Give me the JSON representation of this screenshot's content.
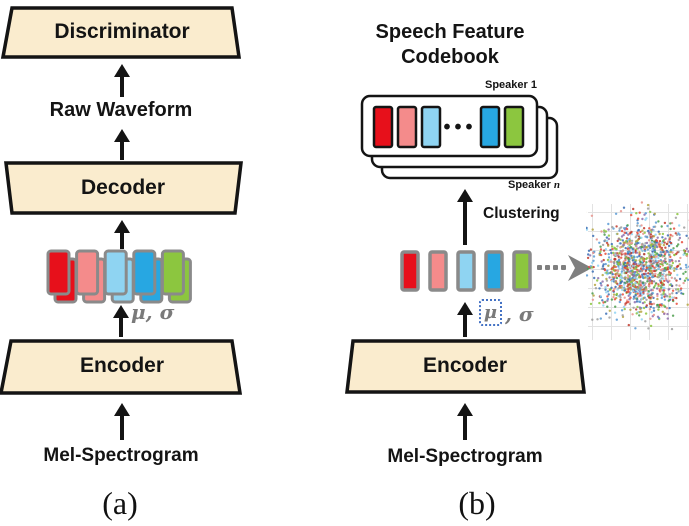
{
  "colors": {
    "box_fill": "#FAECCE",
    "ink": "#141414",
    "latent_border_gray": "#8A8A8A",
    "greek_gray": "#7A7A7A",
    "dotted_box_blue": "#4472C4",
    "dotted_arrow_gray": "#7F7F7F",
    "grid_gray": "#E2E2E2"
  },
  "latent_colors": [
    "#E7101B",
    "#F48B8B",
    "#8FD4F2",
    "#27A7E2",
    "#8CC63F"
  ],
  "panel_a": {
    "discriminator": "Discriminator",
    "raw_waveform": "Raw Waveform",
    "decoder": "Decoder",
    "mu_sigma": "μ, σ",
    "encoder": "Encoder",
    "mel_spectrogram": "Mel-Spectrogram",
    "caption": "(a)"
  },
  "panel_b": {
    "title": "Speech Feature\nCodebook",
    "speaker_top": "Speaker 1",
    "speaker_bottom_prefix": "Speaker ",
    "speaker_bottom_var": "n",
    "codebook_dots": "•••",
    "clustering": "Clustering",
    "mu": "μ",
    "comma_sigma": ", σ",
    "encoder": "Encoder",
    "mel_spectrogram": "Mel-Spectrogram",
    "caption": "(b)"
  },
  "scatter": {
    "count": 1300,
    "dot_colors": [
      "#C0392B",
      "#E74C3C",
      "#E8938C",
      "#3B6FB5",
      "#5B9BD5",
      "#8FD4F2",
      "#4C9E4C",
      "#8CC63F",
      "#B5A642",
      "#9E9E9E",
      "#8E6FAD"
    ]
  }
}
